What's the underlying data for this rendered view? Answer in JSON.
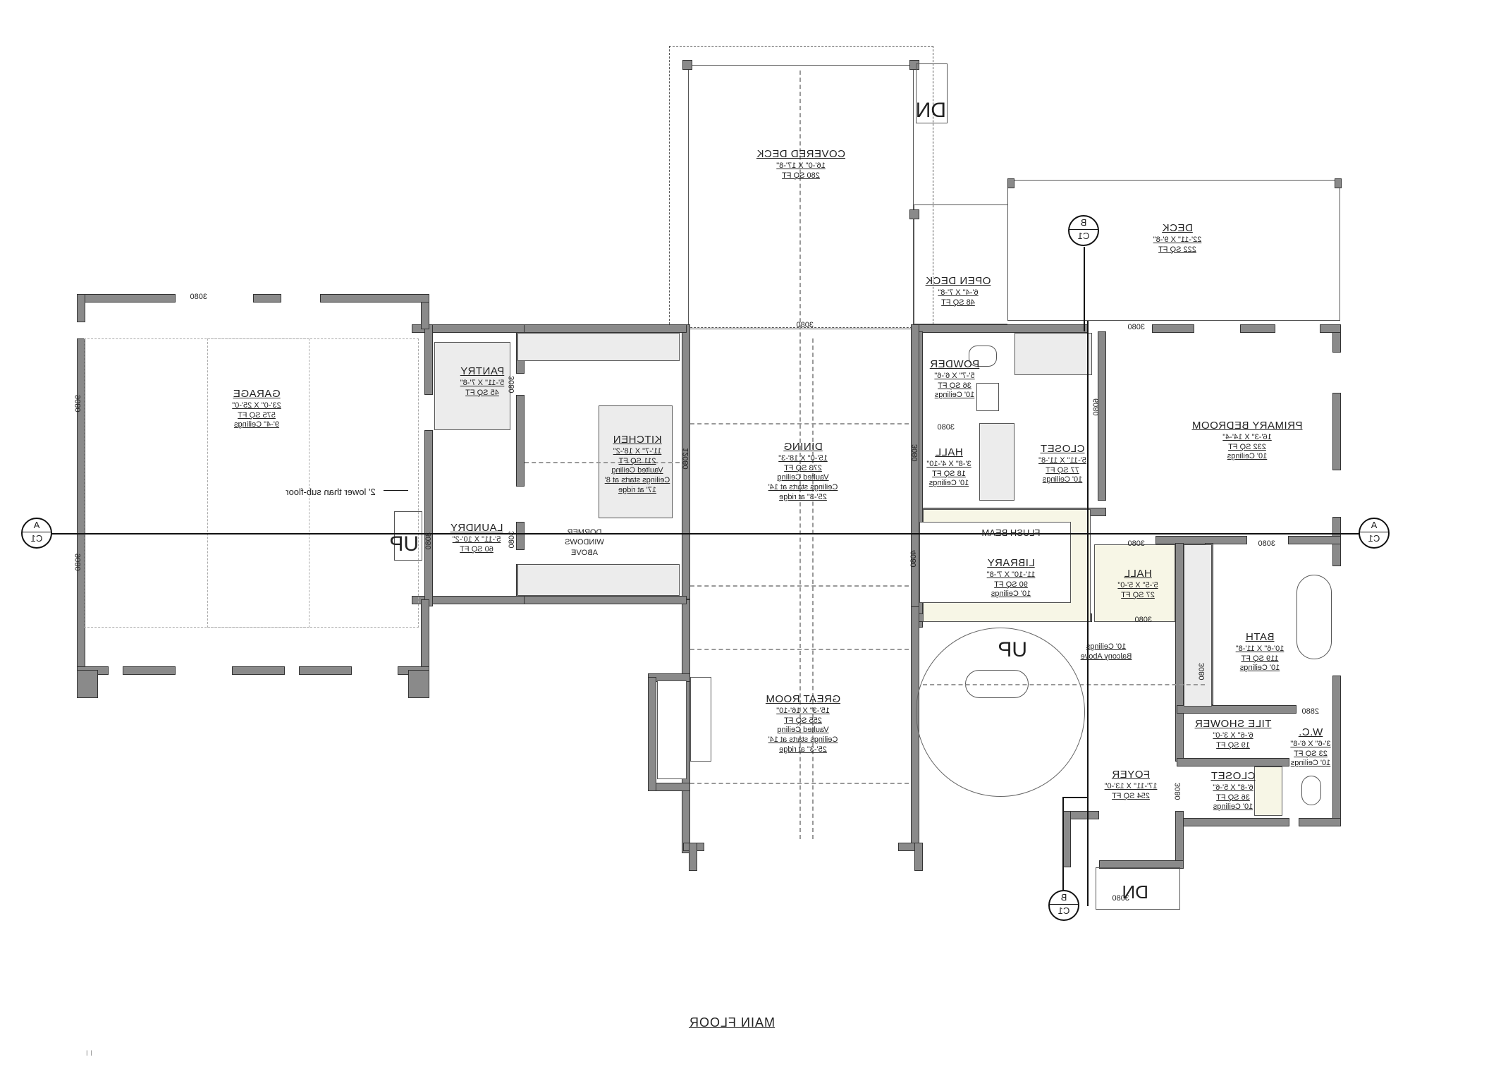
{
  "drawing": {
    "title": "MAIN FLOOR",
    "mirrored": true,
    "page_mark": "I I"
  },
  "rooms": {
    "covered_deck": {
      "name": "COVERED DECK",
      "dims": "16'-0\" X 17'-8\"",
      "area": "280 SQ FT"
    },
    "deck": {
      "name": "DECK",
      "dims": "22'-11\" X 9'-8\"",
      "area": "222 SQ FT"
    },
    "open_deck": {
      "name": "OPEN DECK",
      "dims": "6'-4\" X 7'-8\"",
      "area": "48 SQ FT"
    },
    "primary_bedroom": {
      "name": "PRIMARY BEDROOM",
      "dims": "16'-3\" X 14'-4\"",
      "area": "232 SQ FT",
      "ceiling": "10' Ceilings"
    },
    "powder": {
      "name": "POWDER",
      "dims": "5'-7\" X 6'-6\"",
      "area": "36 SQ FT",
      "ceiling": "10' Ceilings"
    },
    "closet_primary": {
      "name": "CLOSET",
      "dims": "5'-11\" X 11'-8\"",
      "area": "77 SQ FT",
      "ceiling": "10' Ceilings"
    },
    "hall_upper": {
      "name": "HALL",
      "dims": "3'-8\" X 4'-10\"",
      "area": "18 SQ FT",
      "ceiling": "10' Ceilings"
    },
    "dining": {
      "name": "DINING",
      "dims": "15'-0\" X 18'-3\"",
      "area": "273 SQ FT",
      "ceiling": "Vaulted Ceiling",
      "ceiling2": "Ceilings starts at 14'",
      "ceiling3": "25'-3\" at ridge"
    },
    "kitchen": {
      "name": "KITCHEN",
      "dims": "11'-7\" X 18'-2\"",
      "area": "211 SQ FT",
      "ceiling": "Vaulted Ceiling",
      "ceiling2": "Ceilings starts at 8'",
      "ceiling3": "17' at ridge"
    },
    "pantry": {
      "name": "PANTRY",
      "dims": "5'-11\" X 7'-8\"",
      "area": "45 SQ FT"
    },
    "garage": {
      "name": "GARAGE",
      "dims": "23'-0\" X 25'-0\"",
      "area": "575 SQ FT",
      "ceiling": "9'-4\" Ceilings"
    },
    "laundry": {
      "name": "LAUNDRY",
      "dims": "5'-11\" X 10'-2\"",
      "area": "60 SQ FT"
    },
    "library": {
      "name": "LIBRARY",
      "dims": "11'-10\" X 7'-8\"",
      "area": "90 SQ FT",
      "ceiling": "10' Ceilings"
    },
    "hall_lower": {
      "name": "HALL",
      "dims": "5'-5\" X 5'-0\"",
      "area": "27 SQ FT"
    },
    "bath": {
      "name": "BATH",
      "dims": "10'-6\" X 11'-8\"",
      "area": "119 SQ FT",
      "ceiling": "10' Ceilings"
    },
    "tile_shower": {
      "name": "TILE SHOWER",
      "dims": "6'-6\" X 3'-0\"",
      "area": "19 SQ FT"
    },
    "wc": {
      "name": "W.C.",
      "dims": "3'-6\" X 6'-8\"",
      "area": "23 SQ FT",
      "ceiling": "10' Ceilings"
    },
    "closet_lower": {
      "name": "CLOSET",
      "dims": "6'-8\" X 5'-6\"",
      "area": "36 SQ FT",
      "ceiling": "10' Ceilings"
    },
    "foyer": {
      "name": "FOYER",
      "dims": "17'-11\" X 13'-0\"",
      "area": "254 SQ FT"
    },
    "great_room": {
      "name": "GREAT ROOM",
      "dims": "15'-3\" X 16'-10\"",
      "area": "255 SQ FT",
      "ceiling": "Vaulted Ceiling",
      "ceiling2": "Ceilings starts at 14'",
      "ceiling3": "25'-3\" at ridge"
    }
  },
  "notes": {
    "flush_beam": "FLUSH BEAM",
    "dormer": "DORMER",
    "dormer2": "WINDOWS",
    "dormer3": "ABOVE",
    "stair_ceiling": "10' Ceilings",
    "stair_balcony": "Balcony Above",
    "sub_floor": "2' lower than sub-floor"
  },
  "stairs": {
    "dn_deck": "DN",
    "up_main": "UP",
    "up_laundry": "UP",
    "dn_entry": "DN"
  },
  "doors": {
    "d1": "3080",
    "d2": "3080",
    "d3": "3080",
    "d4": "3080",
    "d5": "3080",
    "d6": "3080",
    "d7": "3080",
    "d8": "3080",
    "d9": "3080",
    "d10": "3080",
    "d11": "2880",
    "d12": "6080",
    "d13": "6080",
    "d14": "9080",
    "d15": "9080",
    "d16": "4080",
    "d17": "3080",
    "d18": "3080",
    "d19": "3080",
    "d20": "3080",
    "d21": "3080",
    "d22": "12080"
  },
  "section_markers": {
    "a_left": {
      "top": "A",
      "bottom": "C1"
    },
    "a_right": {
      "top": "A",
      "bottom": "C1"
    },
    "b_top": {
      "top": "B",
      "bottom": "C1"
    },
    "b_bottom": {
      "top": "B",
      "bottom": "C1"
    }
  }
}
